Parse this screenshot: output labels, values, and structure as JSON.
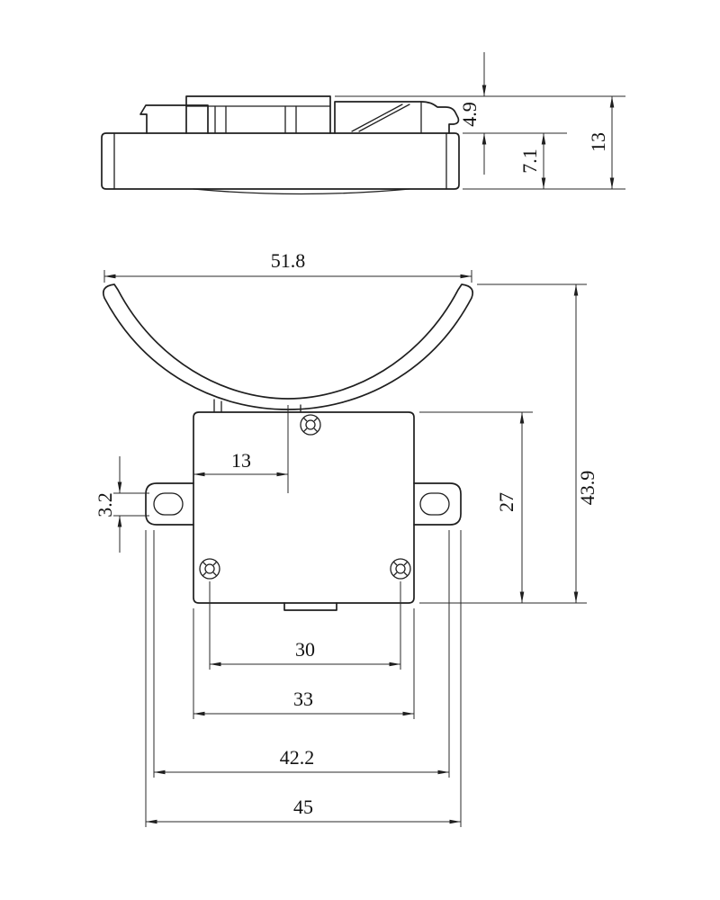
{
  "drawing": {
    "side_view": {
      "dimensions": {
        "plate_height": "4.9",
        "base_height": "7.1",
        "overall_height": "13"
      }
    },
    "front_view": {
      "dimensions": {
        "saddle_width": "51.8",
        "overall_height": "43.9",
        "body_height": "27",
        "center_offset": "13",
        "slot_height": "3.2",
        "hole_spacing": "30",
        "body_width": "33",
        "slot_span": "42.2",
        "overall_width": "45"
      }
    }
  }
}
